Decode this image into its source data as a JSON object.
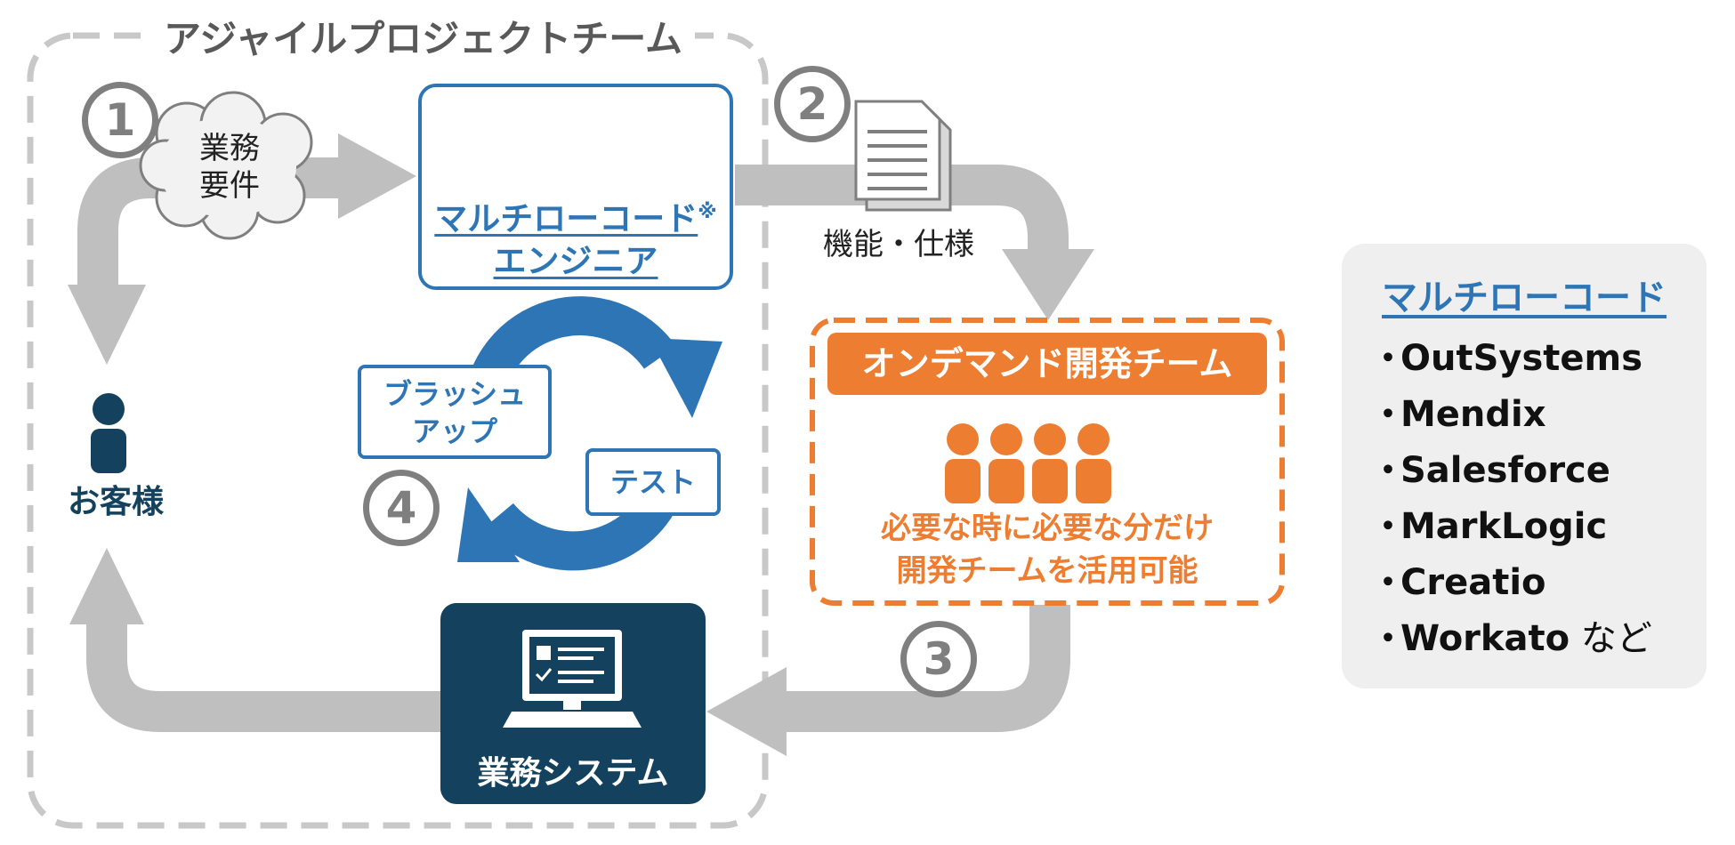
{
  "team": {
    "title": "アジャイルプロジェクトチーム"
  },
  "steps": [
    "1",
    "2",
    "3",
    "4"
  ],
  "requirements": {
    "line1": "業務",
    "line2": "要件"
  },
  "engineer": {
    "line1": "マルチローコード",
    "mark": "※",
    "line2": "エンジニア"
  },
  "spec": {
    "label": "機能・仕様"
  },
  "customer": {
    "label": "お客様"
  },
  "cycle": {
    "brushup_line1": "ブラッシュ",
    "brushup_line2": "アップ",
    "test": "テスト"
  },
  "ondemand": {
    "title": "オンデマンド開発チーム",
    "desc_line1": "必要な時に必要な分だけ",
    "desc_line2": "開発チームを活用可能"
  },
  "system": {
    "label": "業務システム"
  },
  "platforms": {
    "title": "マルチローコード",
    "bullet": "・",
    "items": [
      "OutSystems",
      "Mendix",
      "Salesforce",
      "MarkLogic",
      "Creatio",
      "Workato"
    ],
    "last_suffix": " など"
  },
  "colors": {
    "blue": "#2e75b6",
    "navy": "#14425e",
    "orange": "#ed7d31",
    "gray_arrow": "#bfbfbf",
    "gray_border": "#c8c8c8",
    "step_gray": "#7f7f7f",
    "panel_bg": "#efefef"
  },
  "icons": {
    "people_blue": "person-icon",
    "people_orange": "person-icon",
    "customer": "person-icon",
    "document": "document-icon",
    "computer": "computer-icon",
    "cycle": "cycle-arrows-icon",
    "cloud": "cloud-icon"
  }
}
